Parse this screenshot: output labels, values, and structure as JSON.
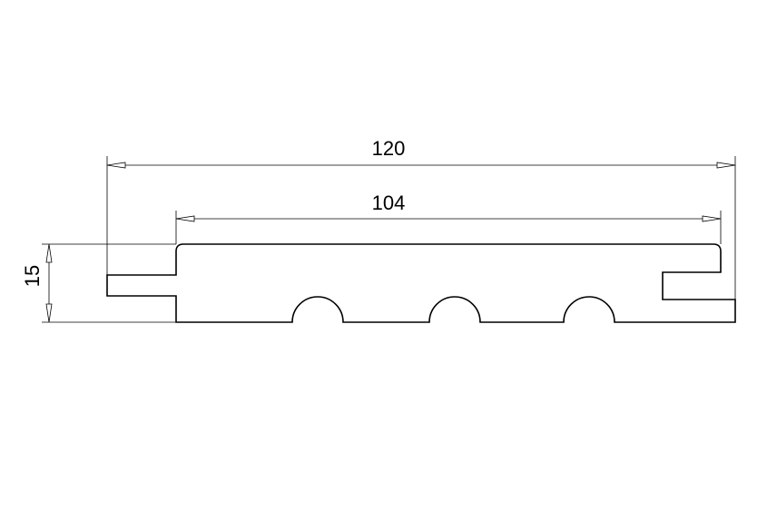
{
  "drawing": {
    "overall_width": {
      "label": "120"
    },
    "face_width": {
      "label": "104"
    },
    "thickness": {
      "label": "15"
    }
  }
}
